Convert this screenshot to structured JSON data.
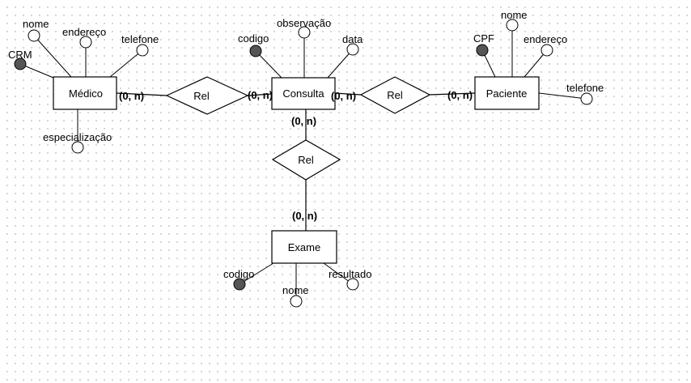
{
  "colors": {
    "key_attribute": "#555555",
    "attribute": "#ffffff",
    "stroke": "#000000"
  },
  "entities": {
    "medico": "Médico",
    "consulta": "Consulta",
    "paciente": "Paciente",
    "exame": "Exame"
  },
  "relationships": {
    "medico_consulta": "Rel",
    "consulta_paciente": "Rel",
    "consulta_exame": "Rel"
  },
  "cardinalities": {
    "medico_side": "(0, n)",
    "consulta_left": "(0, n)",
    "consulta_right": "(0, n)",
    "paciente_side": "(0, n)",
    "consulta_bottom": "(0, n)",
    "exame_top": "(0, n)"
  },
  "attributes": {
    "medico": {
      "crm": "CRM",
      "nome": "nome",
      "endereco": "endereço",
      "telefone": "telefone",
      "especializacao": "especialização"
    },
    "consulta": {
      "codigo": "codigo",
      "observacao": "observação",
      "data": "data"
    },
    "paciente": {
      "cpf": "CPF",
      "nome": "nome",
      "endereco": "endereço",
      "telefone": "telefone"
    },
    "exame": {
      "codigo": "codigo",
      "nome": "nome",
      "resultado": "resultado"
    }
  }
}
